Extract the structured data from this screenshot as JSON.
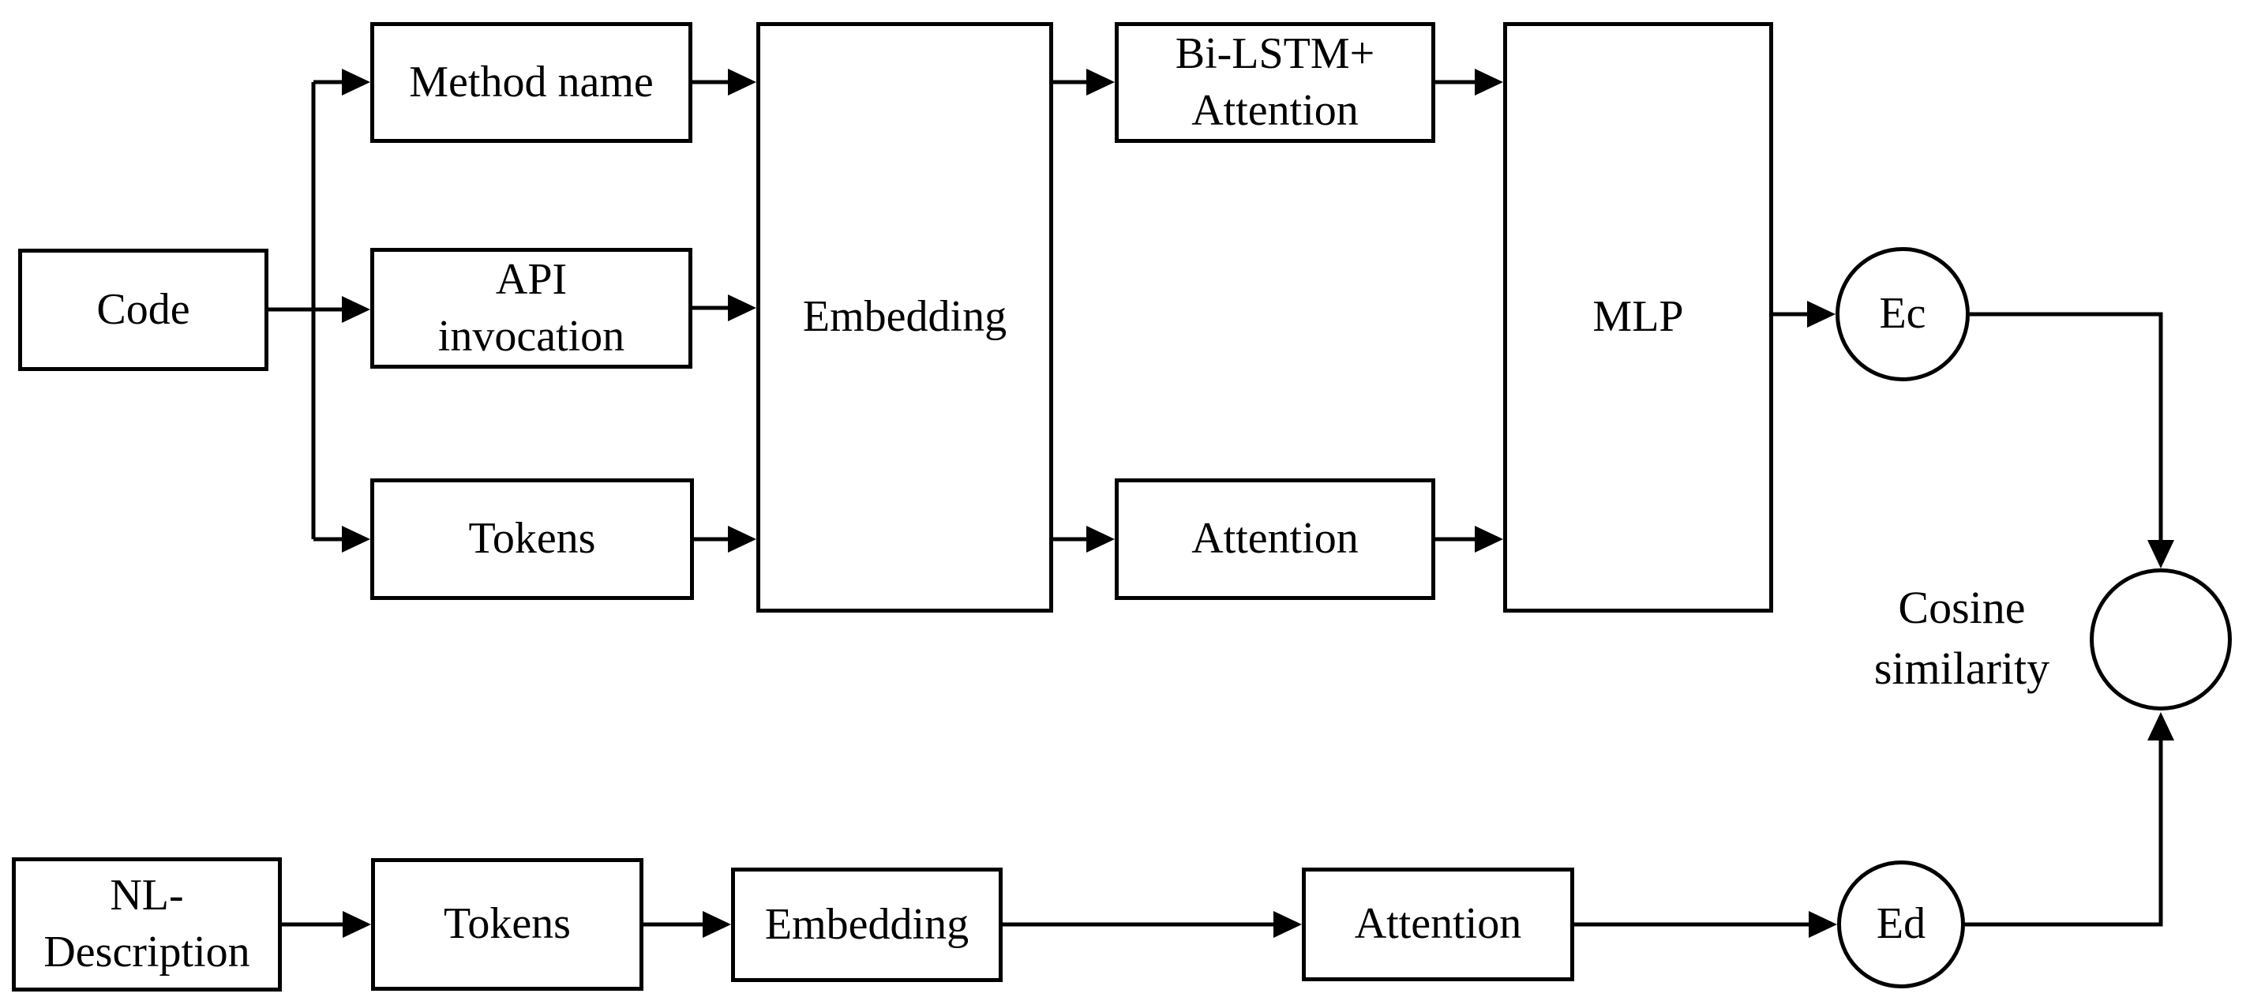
{
  "figure": {
    "type": "flow-diagram",
    "background_color": "#ffffff",
    "stroke_color": "#000000",
    "text_color": "#000000",
    "code_branch": {
      "code": "Code",
      "method_name": "Method name",
      "api_invocation": "API\ninvocation",
      "tokens": "Tokens",
      "embedding": "Embedding",
      "bilstm_attention": "Bi-LSTM+\nAttention",
      "attention": "Attention",
      "mlp": "MLP",
      "output_vector": "Ec"
    },
    "nl_branch": {
      "nl_description": "NL-\nDescription",
      "tokens": "Tokens",
      "embedding": "Embedding",
      "attention": "Attention",
      "output_vector": "Ed"
    },
    "similarity": {
      "label": "Cosine\nsimilarity"
    }
  }
}
